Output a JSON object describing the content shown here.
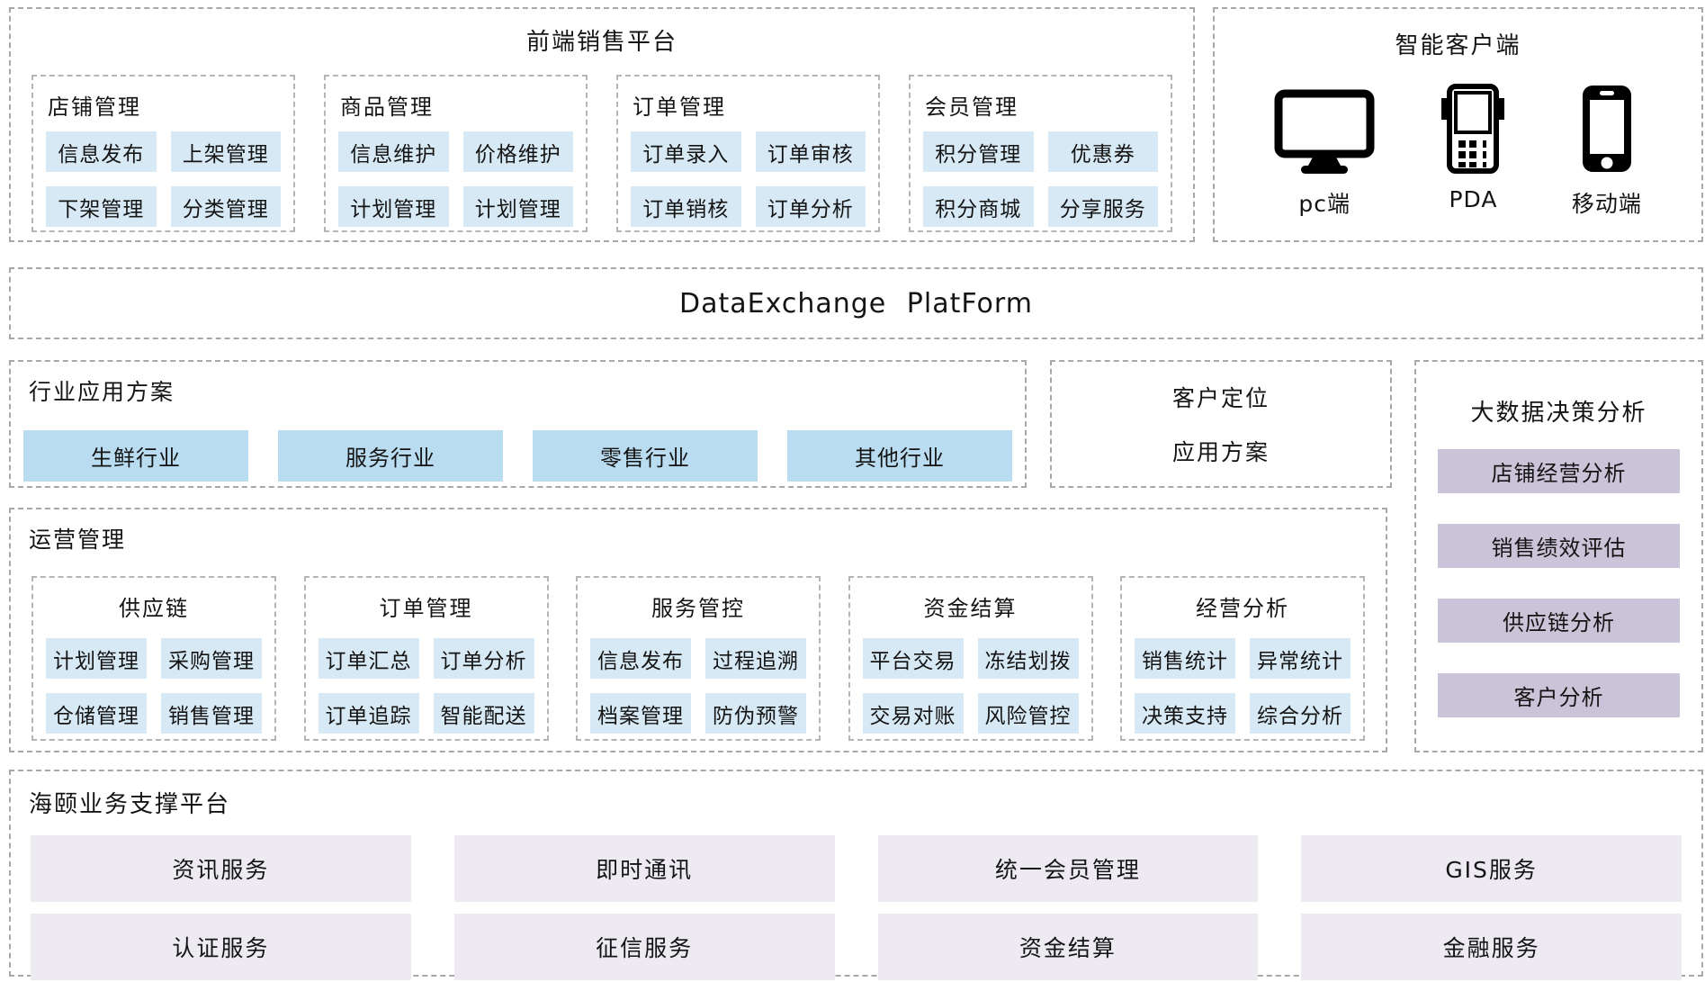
{
  "colors": {
    "chip_blue": "#d7e9f5",
    "industry_blue": "#b9dcf0",
    "analysis_purple": "#cbc4d8",
    "support_lavender": "#edeaf2",
    "border_gray": "#a8a8a8"
  },
  "frontend": {
    "title": "前端销售平台",
    "groups": [
      {
        "title": "店铺管理",
        "items": [
          "信息发布",
          "上架管理",
          "下架管理",
          "分类管理"
        ]
      },
      {
        "title": "商品管理",
        "items": [
          "信息维护",
          "价格维护",
          "计划管理",
          "计划管理"
        ]
      },
      {
        "title": "订单管理",
        "items": [
          "订单录入",
          "订单审核",
          "订单销核",
          "订单分析"
        ]
      },
      {
        "title": "会员管理",
        "items": [
          "积分管理",
          "优惠券",
          "积分商城",
          "分享服务"
        ]
      }
    ]
  },
  "clients": {
    "title": "智能客户端",
    "devices": [
      {
        "label": "pc端"
      },
      {
        "label": "PDA"
      },
      {
        "label": "移动端"
      }
    ]
  },
  "exchange": {
    "title": "DataExchange PlatForm"
  },
  "industry": {
    "title": "行业应用方案",
    "items": [
      "生鲜行业",
      "服务行业",
      "零售行业",
      "其他行业"
    ]
  },
  "positioning": {
    "line1": "客户定位",
    "line2": "应用方案"
  },
  "bigdata": {
    "title": "大数据决策分析",
    "items": [
      "店铺经营分析",
      "销售绩效评估",
      "供应链分析",
      "客户分析"
    ]
  },
  "operations": {
    "title": "运营管理",
    "groups": [
      {
        "title": "供应链",
        "items": [
          "计划管理",
          "采购管理",
          "仓储管理",
          "销售管理"
        ]
      },
      {
        "title": "订单管理",
        "items": [
          "订单汇总",
          "订单分析",
          "订单追踪",
          "智能配送"
        ]
      },
      {
        "title": "服务管控",
        "items": [
          "信息发布",
          "过程追溯",
          "档案管理",
          "防伪预警"
        ]
      },
      {
        "title": "资金结算",
        "items": [
          "平台交易",
          "冻结划拨",
          "交易对账",
          "风险管控"
        ]
      },
      {
        "title": "经营分析",
        "items": [
          "销售统计",
          "异常统计",
          "决策支持",
          "综合分析"
        ]
      }
    ]
  },
  "support": {
    "title": "海颐业务支撑平台",
    "items": [
      "资讯服务",
      "即时通讯",
      "统一会员管理",
      "GIS服务",
      "认证服务",
      "征信服务",
      "资金结算",
      "金融服务"
    ]
  }
}
